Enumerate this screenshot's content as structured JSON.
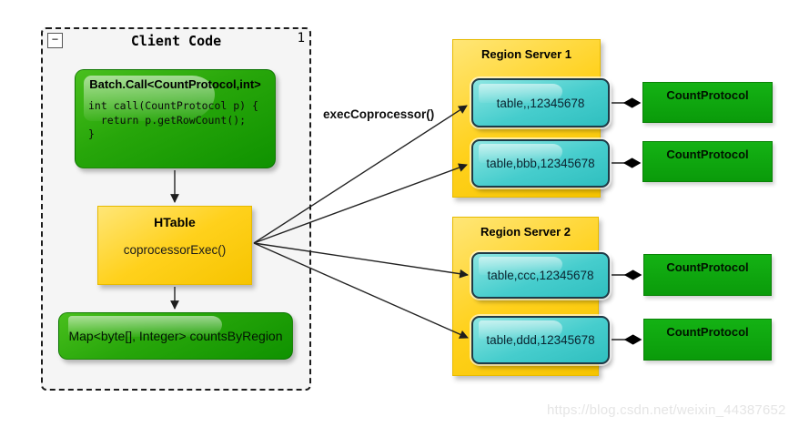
{
  "client_code": {
    "collapse_glyph": "−",
    "title": "Client Code",
    "page_number": "1",
    "batch_call": {
      "title": "Batch.Call<CountProtocol,int>",
      "code_lines": [
        "int call(CountProtocol p) {",
        "  return p.getRowCount();",
        "}"
      ]
    },
    "htable": {
      "title": "HTable",
      "method": "coprocessorExec()"
    },
    "result_label": "Map<byte[], Integer> countsByRegion"
  },
  "exec_label": "execCoprocessor()",
  "region_servers": [
    {
      "title": "Region Server 1",
      "tables": [
        "table,,12345678",
        "table,bbb,12345678"
      ]
    },
    {
      "title": "Region Server 2",
      "tables": [
        "table,ccc,12345678",
        "table,ddd,12345678"
      ]
    }
  ],
  "protocols": [
    "CountProtocol",
    "CountProtocol",
    "CountProtocol",
    "CountProtocol"
  ],
  "watermark": "https://blog.csdn.net/weixin_44387652",
  "colors": {
    "glossy_green": "#27a60a",
    "flat_green": "#0da60d",
    "gold": "#ffd11c",
    "cyan": "#46cdcd",
    "frame_background": "#f5f5f5",
    "connector": "#222222"
  }
}
